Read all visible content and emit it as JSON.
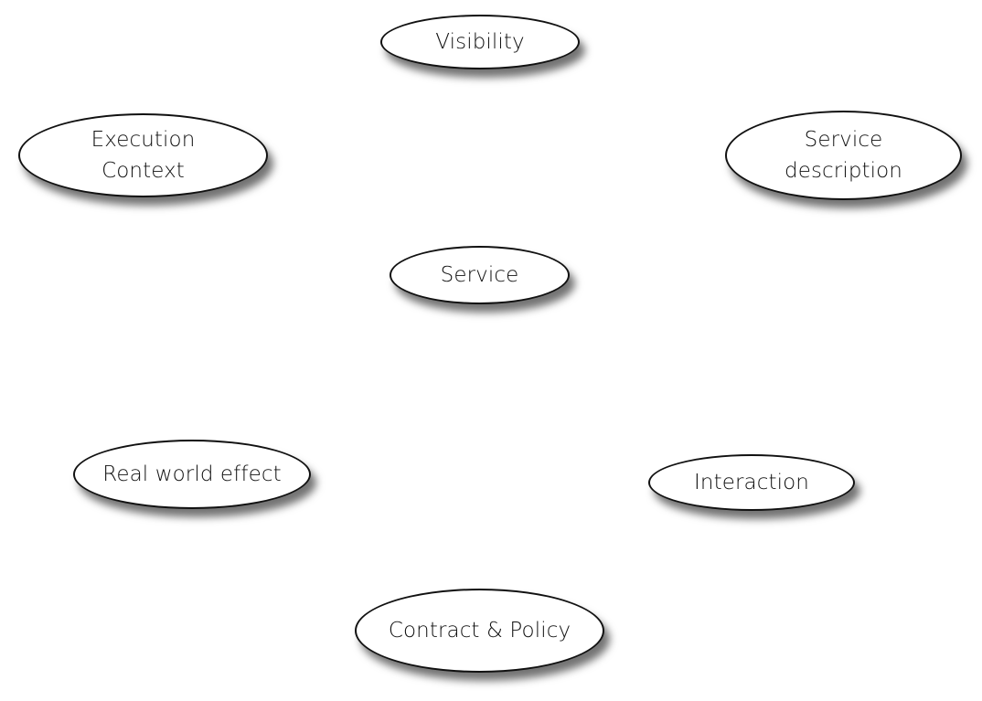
{
  "diagram": {
    "nodes": {
      "visibility": {
        "label": "Visibility"
      },
      "execution_context": {
        "label_lines": [
          "Execution",
          "Context"
        ]
      },
      "service_description": {
        "label_lines": [
          "Service",
          "description"
        ]
      },
      "service": {
        "label": "Service"
      },
      "real_world_effect": {
        "label": "Real world effect"
      },
      "interaction": {
        "label": "Interaction"
      },
      "contract_policy": {
        "label": "Contract & Policy"
      }
    }
  },
  "colors": {
    "background": "#ffffff",
    "ellipse_fill": "#ffffff",
    "ellipse_stroke": "#111111",
    "text": "#111111"
  }
}
